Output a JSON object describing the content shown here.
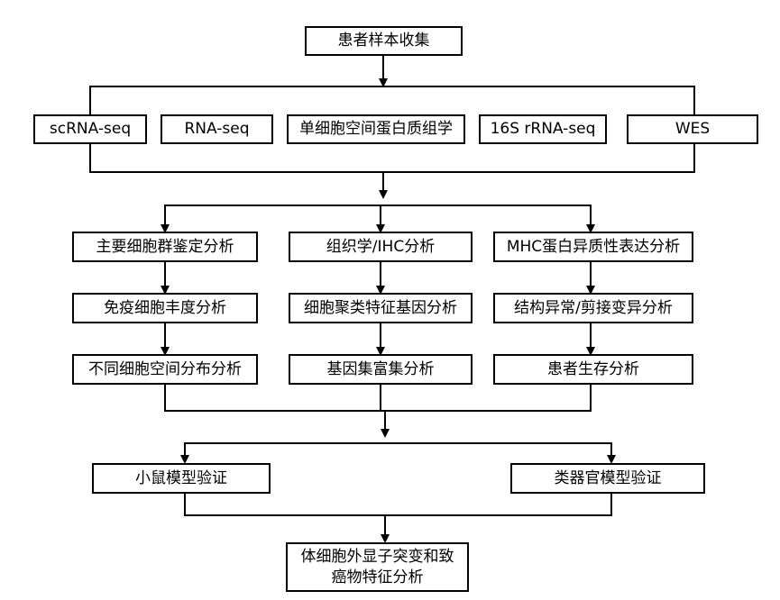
{
  "diagram": {
    "title_box": "患者样本收集",
    "methods": [
      "scRNA-seq",
      "RNA-seq",
      "单细胞空间蛋白质组学",
      "16S rRNA-seq",
      "WES"
    ],
    "column_left": [
      "主要细胞群鉴定分析",
      "免疫细胞丰度分析",
      "不同细胞空间分布分析"
    ],
    "column_middle": [
      "组织学/IHC分析",
      "细胞聚类特征基因分析",
      "基因集富集分析"
    ],
    "column_right": [
      "MHC蛋白异质性表达分析",
      "结构异常/剪接变异分析",
      "患者生存分析"
    ],
    "validation": [
      "小鼠模型验证",
      "类器官模型验证"
    ],
    "final_box": "体细胞外显子突变和致\n癌物特征分析"
  }
}
